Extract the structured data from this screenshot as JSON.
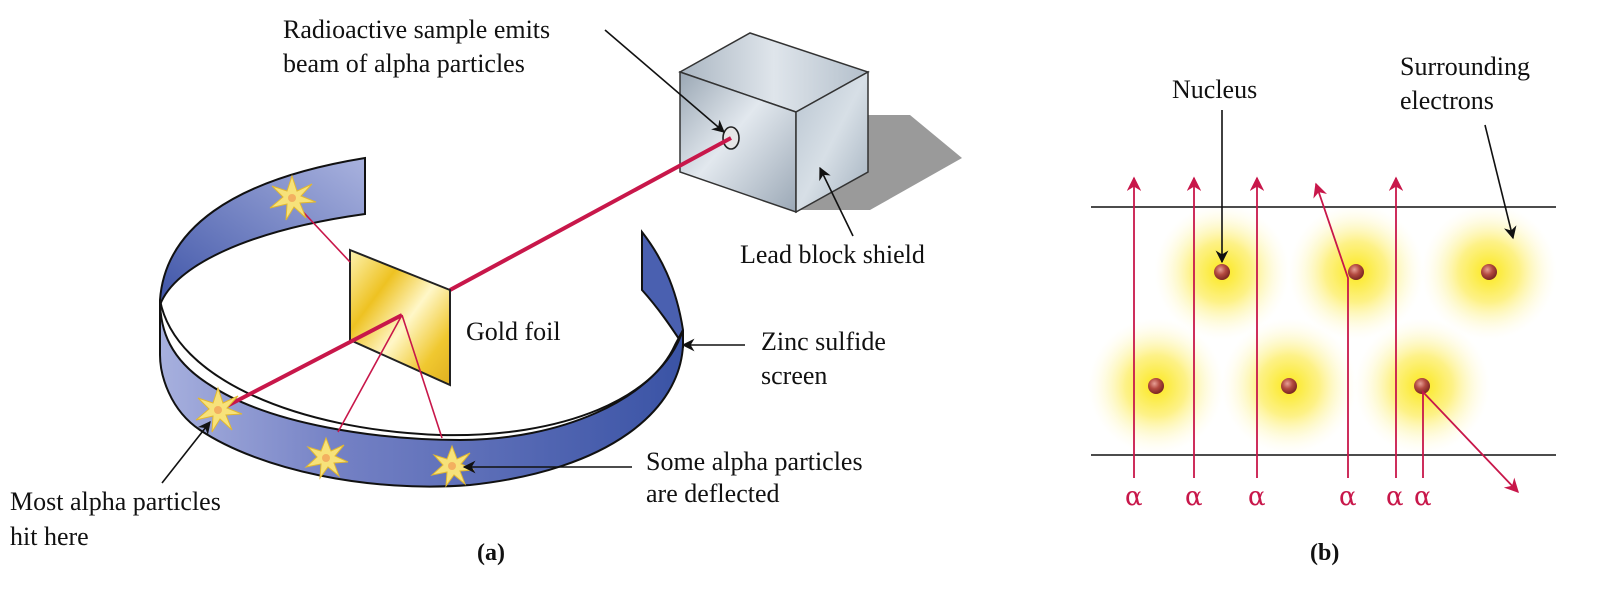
{
  "title": "Rutherford gold foil experiment",
  "panel_a": {
    "caption": "(a)",
    "labels": {
      "source_line1": "Radioactive sample emits",
      "source_line2": "beam of alpha particles",
      "lead_block": "Lead block shield",
      "gold_foil": "Gold foil",
      "screen_line1": "Zinc sulfide",
      "screen_line2": "screen",
      "deflected_line1": "Some alpha particles",
      "deflected_line2": "are deflected",
      "most_line1": "Most alpha particles",
      "most_line2": "hit here"
    }
  },
  "panel_b": {
    "caption": "(b)",
    "labels": {
      "nucleus": "Nucleus",
      "electrons_line1": "Surrounding",
      "electrons_line2": "electrons"
    },
    "alpha_symbol": "α",
    "alpha_count": 6
  },
  "colors": {
    "beam": "#c8174a",
    "screen_blue": "#3b55a6",
    "screen_light": "#9fa8d8",
    "gold": "#f0c830",
    "nucleus": "#a8403a",
    "electron_cloud": "#fff066"
  }
}
